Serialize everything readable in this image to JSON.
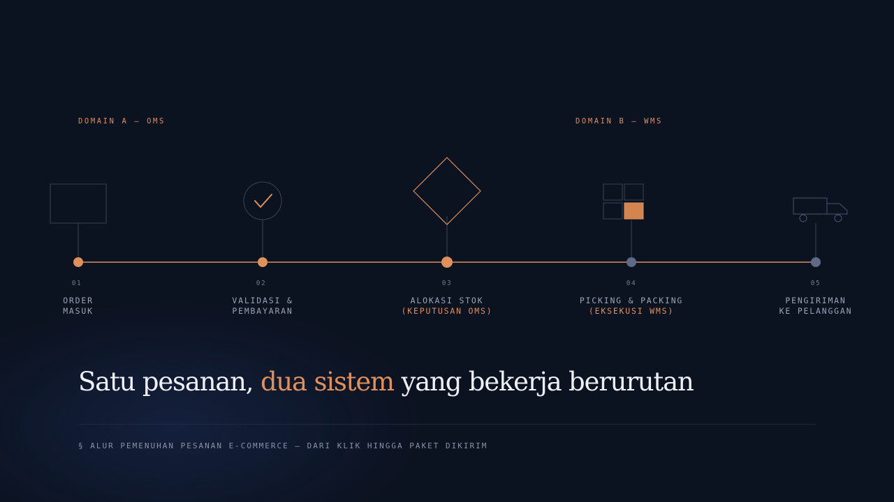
{
  "domains": {
    "a": "DOMAIN A — OMS",
    "b": "DOMAIN B — WMS"
  },
  "steps": [
    {
      "number": "01",
      "lines": [
        "ORDER",
        "MASUK"
      ],
      "icon": "rectangle-icon",
      "status": "done"
    },
    {
      "number": "02",
      "lines": [
        "VALIDASI &",
        "PEMBAYARAN"
      ],
      "icon": "checkmark-circle-icon",
      "status": "done"
    },
    {
      "number": "03",
      "lines": [
        "ALOKASI STOK",
        "(KEPUTUSAN OMS)"
      ],
      "icon": "diamond-decision-icon",
      "status": "done",
      "accent_line": 1
    },
    {
      "number": "04",
      "lines": [
        "PICKING & PACKING",
        "(EKSEKUSI WMS)"
      ],
      "icon": "grid-boxes-icon",
      "status": "pending",
      "accent_line": 1
    },
    {
      "number": "05",
      "lines": [
        "PENGIRIMAN",
        "KE PELANGGAN"
      ],
      "icon": "truck-icon",
      "status": "pending"
    }
  ],
  "headline": {
    "part1": "Satu pesanan,",
    "accent": "dua sistem",
    "part2": "yang bekerja berurutan"
  },
  "caption": "§ ALUR PEMENUHAN PESANAN E-COMMERCE — DARI KLIK HINGGA PAKET DIKIRIM",
  "colors": {
    "accent": "#e0905a",
    "pending": "#5f6b86",
    "background": "#0b1220",
    "text": "#9aa5b8",
    "headline": "#eef0f4"
  }
}
